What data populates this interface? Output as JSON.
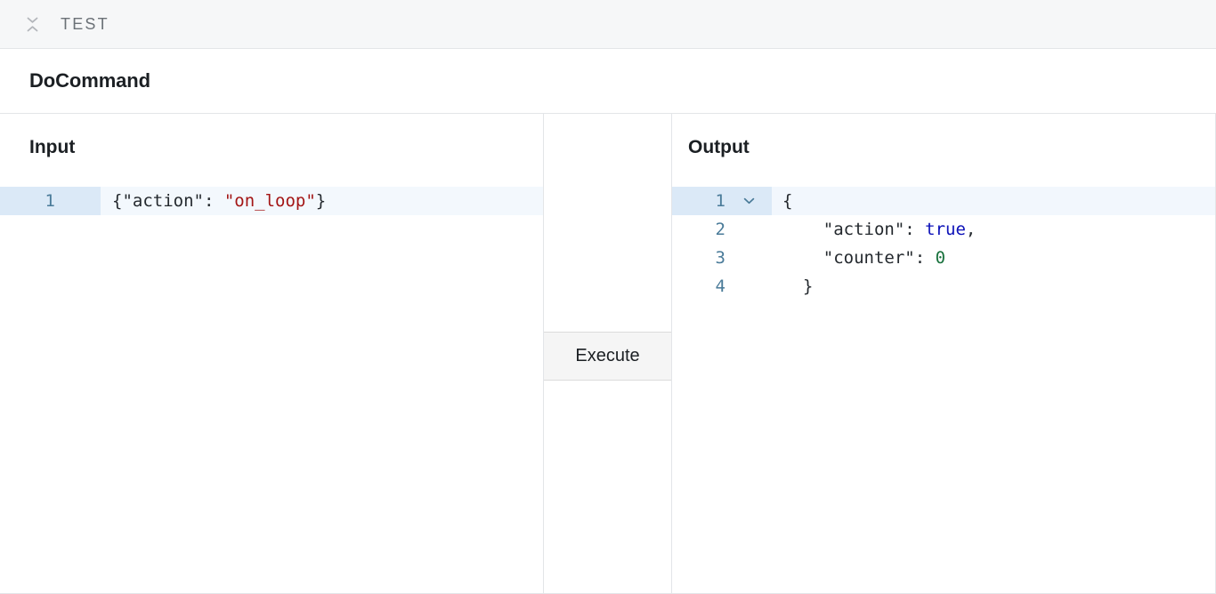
{
  "topbar": {
    "collapse_icon": "collapse-chevrons-icon",
    "title": "TEST"
  },
  "command": {
    "title": "DoCommand"
  },
  "input_panel": {
    "label": "Input",
    "active_line": 1,
    "lines": [
      {
        "number": "1",
        "tokens": [
          {
            "text": "{\"action\": ",
            "type": "pun"
          },
          {
            "text": "\"on_loop\"",
            "type": "str"
          },
          {
            "text": "}",
            "type": "pun"
          }
        ]
      }
    ]
  },
  "middle_panel": {
    "execute_label": "Execute"
  },
  "output_panel": {
    "label": "Output",
    "active_line": 1,
    "lines": [
      {
        "number": "1",
        "fold": "chevron-down-icon",
        "tokens": [
          {
            "text": "{",
            "type": "pun"
          }
        ]
      },
      {
        "number": "2",
        "fold": "",
        "tokens": [
          {
            "text": "    \"action\": ",
            "type": "key"
          },
          {
            "text": "true",
            "type": "bool"
          },
          {
            "text": ",",
            "type": "pun"
          }
        ]
      },
      {
        "number": "3",
        "fold": "",
        "tokens": [
          {
            "text": "    \"counter\": ",
            "type": "key"
          },
          {
            "text": "0",
            "type": "num"
          }
        ]
      },
      {
        "number": "4",
        "fold": "",
        "tokens": [
          {
            "text": "  }",
            "type": "pun"
          }
        ]
      }
    ]
  },
  "colors": {
    "string": "#a31515",
    "boolean": "#0b10b8",
    "number": "#18713c",
    "gutter_text": "#4a7b99",
    "active_line": "#f3f8fd",
    "active_gutter": "#dbe9f7",
    "border": "#e3e5e8",
    "topbar_bg": "#f6f7f8",
    "button_bg": "#f5f5f5"
  }
}
